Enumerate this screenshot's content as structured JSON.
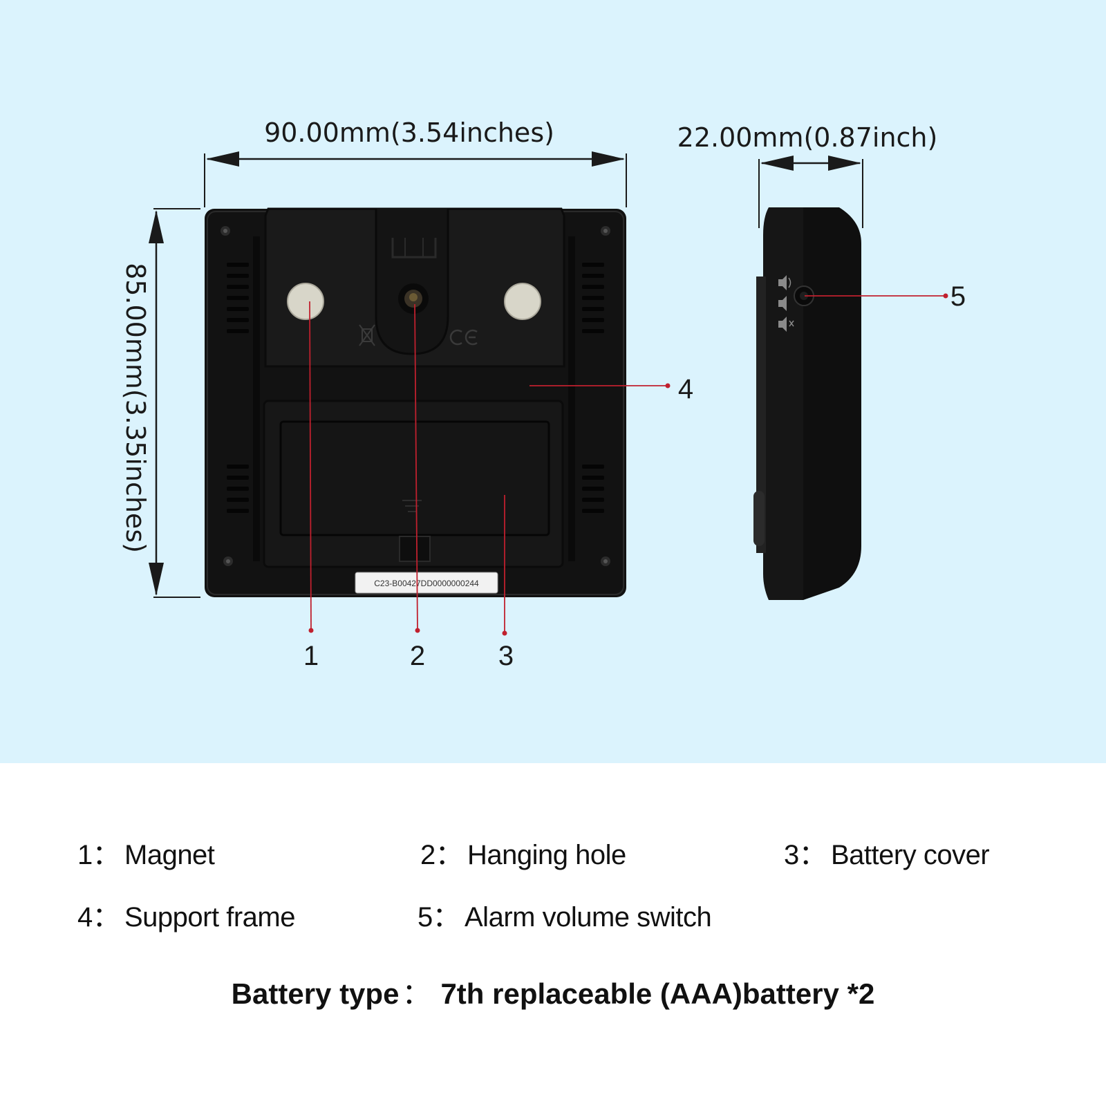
{
  "dimensions": {
    "width": "90.00mm(3.54inches)",
    "height": "85.00mm(3.35inches)",
    "depth": "22.00mm(0.87inch)"
  },
  "device": {
    "serial_label": "C23-B00427DD0000000244",
    "body_color": "#111111",
    "callout_color": "#c0202e"
  },
  "callouts": [
    {
      "number": "1",
      "name": "Magnet"
    },
    {
      "number": "2",
      "name": "Hanging hole"
    },
    {
      "number": "3",
      "name": "Battery cover"
    },
    {
      "number": "4",
      "name": "Support frame"
    },
    {
      "number": "5",
      "name": "Alarm volume switch"
    }
  ],
  "legend": {
    "separator": "：",
    "battery_label": "Battery type",
    "battery_value": "7th replaceable (AAA)battery *2"
  },
  "background_color": "#dbf3fd"
}
